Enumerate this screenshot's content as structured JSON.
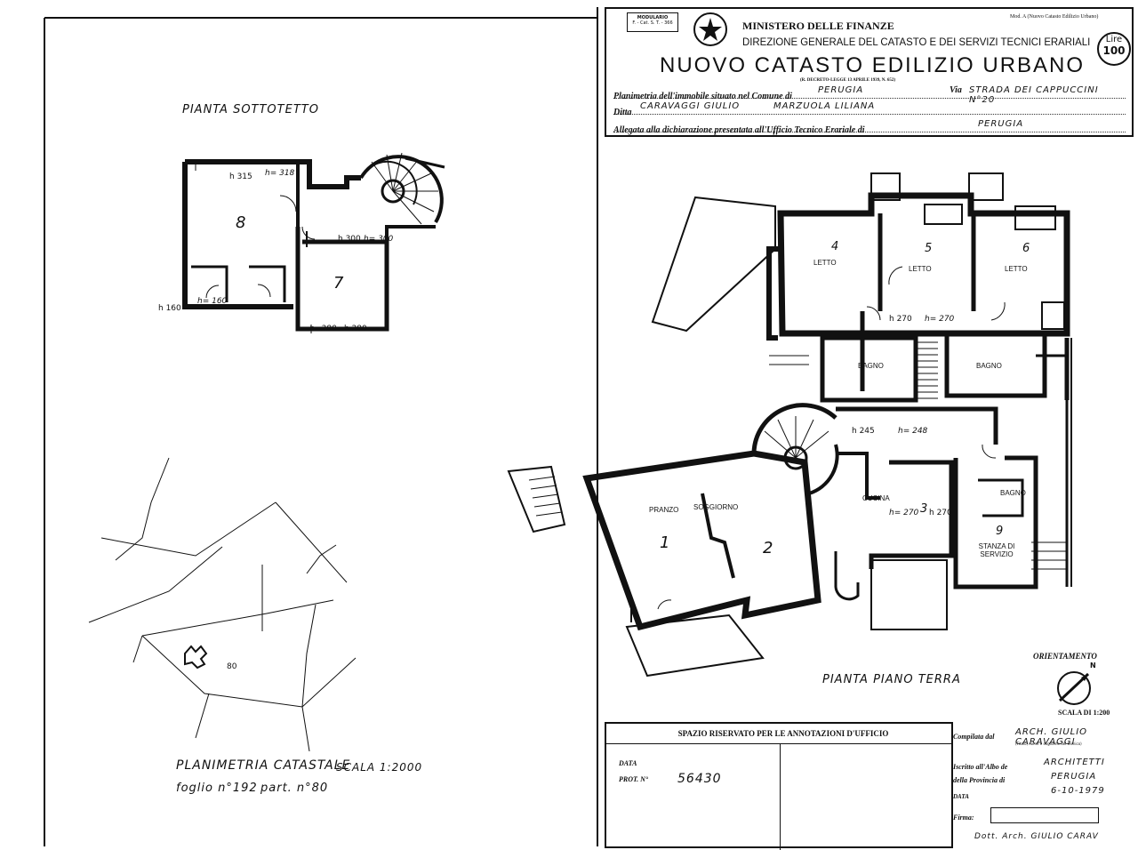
{
  "header": {
    "stamp_title": "MODULARIO",
    "stamp_code": "F. - Cat. S. T. - 366",
    "ministry": "MINISTERO DELLE FINANZE",
    "direction": "DIREZIONE GENERALE DEL CATASTO E DEI SERVIZI TECNICI ERARIALI",
    "title": "NUOVO CATASTO EDILIZIO URBANO",
    "decree": "(R. DECRETO-LEGGE 13 APRILE 1939, N. 652)",
    "model": "Mod. A (Nuovo Catasto Edilizio Urbano)",
    "lire_label": "Lire",
    "lire_value": "100",
    "planimetria_label": "Planimetria dell'immobile situato nel Comune di",
    "comune": "PERUGIA",
    "via_label": "Via",
    "via": "STRADA DEI CAPPUCCINI N°20",
    "ditta_label": "Ditta",
    "ditta_1": "CARAVAGGI GIULIO",
    "ditta_2": "MARZUOLA LILIANA",
    "allegata_label": "Allegata alla dichiarazione presentata all'Ufficio Tecnico Erariale di",
    "ufficio": "PERUGIA"
  },
  "plans": {
    "sottotetto_title": "PIANTA SOTTOTETTO",
    "piano_terra_title": "PIANTA PIANO TERRA",
    "catastale_title": "PLANIMETRIA CATASTALE",
    "catastale_scale": "SCALA 1:2000",
    "foglio": "foglio n°192",
    "part": "part. n°80",
    "parcel_number": "80",
    "orientamento": "ORIENTAMENTO",
    "north": "N",
    "scala": "SCALA DI 1:200"
  },
  "sottotetto_labels": {
    "h315": "h 315",
    "h318": "h= 318",
    "h300": "h 300",
    "h300b": "h= 300",
    "h160": "h 160",
    "h160b": "h= 160",
    "h280": "h 280",
    "h280b": "h=280",
    "r8": "8",
    "r7": "7"
  },
  "rooms": {
    "letto4": "LETTO",
    "n4": "4",
    "letto5": "LETTO",
    "n5": "5",
    "letto6": "LETTO",
    "n6": "6",
    "bagno1": "BAGNO",
    "bagno2": "BAGNO",
    "bagno3": "BAGNO",
    "pranzo": "PRANZO",
    "soggiorno": "SOGGIORNO",
    "n1": "1",
    "n2": "2",
    "cucina": "CUCINA",
    "n3": "3",
    "stanza": "STANZA DI SERVIZIO",
    "n9": "9",
    "h270": "h 270",
    "h270b": "h= 270",
    "h245": "h 245",
    "h248": "h= 248",
    "h270c": "h= 270",
    "h270d": "h 270"
  },
  "office": {
    "title": "SPAZIO RISERVATO PER LE ANNOTAZIONI D'UFFICIO",
    "data_label": "DATA",
    "prot_label": "PROT. N°",
    "prot_value": "56430"
  },
  "compiler": {
    "compilata_label": "Compilata dal",
    "compilata_value": "ARCH. GIULIO CARAVAGGI",
    "compilata_note": "(Titolo, nome e cognome del tecnico)",
    "albo_label": "Iscritto all'Albo de",
    "albo_value": "ARCHITETTI",
    "provincia_label": "della Provincia di",
    "provincia_value": "PERUGIA",
    "data_label": "DATA",
    "data_value": "6-10-1979",
    "firma_label": "Firma:",
    "footer": "Dott. Arch. GIULIO CARAV"
  }
}
